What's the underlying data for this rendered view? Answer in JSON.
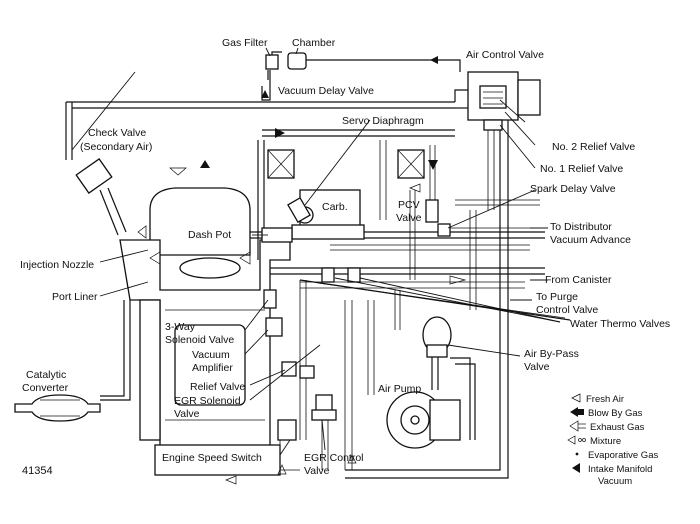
{
  "figure_number": "41354",
  "labels": {
    "gas_filter": "Gas Filter",
    "chamber": "Chamber",
    "air_control_valve": "Air Control Valve",
    "vacuum_delay_valve": "Vacuum Delay Valve",
    "check_valve_1": "Check Valve",
    "check_valve_2": "(Secondary Air)",
    "servo_diaphragm": "Servo Diaphragm",
    "no2_relief_valve": "No. 2 Relief Valve",
    "no1_relief_valve": "No. 1 Relief Valve",
    "carb": "Carb.",
    "pcv_valve_1": "PCV",
    "pcv_valve_2": "Valve",
    "spark_delay_valve": "Spark Delay Valve",
    "dash_pot": "Dash Pot",
    "to_distributor_1": "To Distributor",
    "to_distributor_2": "Vacuum Advance",
    "injection_nozzle": "Injection Nozzle",
    "from_canister": "From Canister",
    "port_liner": "Port Liner",
    "to_purge_1": "To Purge",
    "to_purge_2": "Control Valve",
    "water_thermo_valves": "Water Thermo Valves",
    "solenoid_3way_1": "3-Way",
    "solenoid_3way_2": "Solenoid Valve",
    "vacuum_amplifier_1": "Vacuum",
    "vacuum_amplifier_2": "Amplifier",
    "air_bypass_1": "Air By-Pass",
    "air_bypass_2": "Valve",
    "catalytic_1": "Catalytic",
    "catalytic_2": "Converter",
    "relief_valve": "Relief Valve",
    "egr_solenoid_1": "EGR Solenoid",
    "egr_solenoid_2": "Valve",
    "air_pump": "Air Pump",
    "engine_speed_switch": "Engine Speed Switch",
    "egr_control_1": "EGR Control",
    "egr_control_2": "Valve"
  },
  "legend": [
    {
      "symbol": "fresh-air",
      "label": "Fresh Air"
    },
    {
      "symbol": "blow-by-gas",
      "label": "Blow By Gas"
    },
    {
      "symbol": "exhaust-gas",
      "label": "Exhaust Gas"
    },
    {
      "symbol": "mixture",
      "label": "Mixture"
    },
    {
      "symbol": "evaporative-gas",
      "label": "Evaporative Gas"
    },
    {
      "symbol": "intake-manifold-vacuum",
      "label": "Intake Manifold Vacuum"
    }
  ],
  "legend_extra": {
    "vacuum_line2": "Vacuum"
  }
}
